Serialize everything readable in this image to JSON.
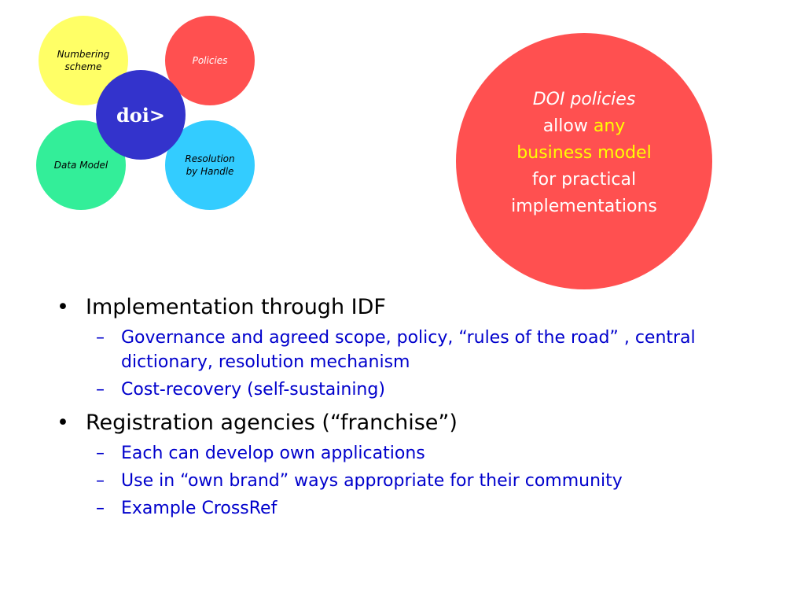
{
  "diagram": {
    "numbering": "Numbering scheme",
    "numbering_line1": "Numbering",
    "numbering_line2": "scheme",
    "policies": "Policies",
    "data_model": "Data Model",
    "resolution_line1": "Resolution",
    "resolution_line2": "by Handle",
    "doi": "doi>"
  },
  "callout": {
    "line1": "DOI policies",
    "line2_plain": "allow",
    "line2_highlight": "any",
    "line3_highlight": "business model",
    "line4": "for practical",
    "line5": "implementations"
  },
  "colors": {
    "yellow": "#ffff66",
    "red": "#ff5050",
    "green": "#33ee99",
    "cyan": "#33ccff",
    "blue": "#3333cc",
    "highlight": "#ffff00",
    "sub_text": "#0000cc"
  },
  "bullets": [
    {
      "text": "Implementation through IDF",
      "subs": [
        "Governance and agreed scope, policy, “rules of the road” , central dictionary, resolution mechanism",
        "Cost-recovery (self-sustaining)"
      ]
    },
    {
      "text": "Registration agencies (“franchise”)",
      "subs": [
        "Each can develop own applications",
        "Use in “own brand” ways appropriate for their community",
        "Example CrossRef"
      ]
    }
  ],
  "marks": {
    "bullet": "•",
    "dash": "–"
  }
}
